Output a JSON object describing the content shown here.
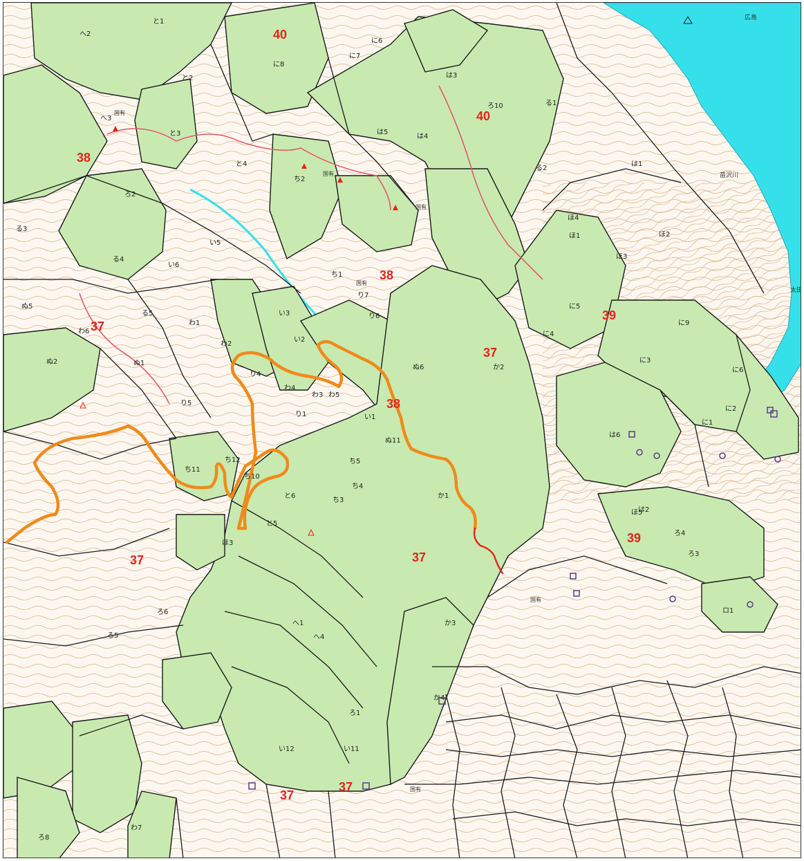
{
  "map": {
    "compartments": [
      "40",
      "40",
      "38",
      "38",
      "38",
      "37",
      "37",
      "37",
      "37",
      "37",
      "37",
      "38",
      "39",
      "39"
    ],
    "lots": [
      "へ2",
      "へ3",
      "と1",
      "と2",
      "と3",
      "と4",
      "ち2",
      "ち1",
      "に8",
      "に7",
      "に6",
      "ほ1",
      "ほ2",
      "ほ3",
      "ほ4",
      "ほ5",
      "は1",
      "は2",
      "は3",
      "は4",
      "は5",
      "る1",
      "る2",
      "る3",
      "る4",
      "る5",
      "ろ1",
      "ろ2",
      "ろ3",
      "ろ4",
      "ろ5",
      "ろ10",
      "い1",
      "い2",
      "い3",
      "い5",
      "い6",
      "い11",
      "い12",
      "わ1",
      "わ2",
      "わ3",
      "わ4",
      "わ5",
      "わ6",
      "わ7",
      "ぬ1",
      "ぬ2",
      "ぬ5",
      "ぬ6",
      "ぬ11",
      "り1",
      "り4",
      "り5",
      "り6",
      "り7",
      "か1",
      "か2",
      "か3",
      "か4",
      "ち3",
      "ち4",
      "ち5",
      "ち10",
      "ち11",
      "ち12",
      "と5",
      "と6",
      "へ1",
      "へ4",
      "に1",
      "に2",
      "に3",
      "に4",
      "に5",
      "に6",
      "に9",
      "ろ6",
      "ろ8",
      "ほ3",
      "は6",
      "ロ1"
    ],
    "labels": [
      "国有",
      "国有",
      "国有",
      "国有",
      "国有",
      "国有"
    ],
    "places": [
      "広島",
      "苗沢川",
      "太田"
    ],
    "colors": {
      "forest": "#c8eab0",
      "private": "#fdf7f0",
      "water": "#36e0ea",
      "route_orange": "#f08a1a",
      "route_red": "#e8221b",
      "contour": "#c79a64",
      "boundary": "#1a1a1a",
      "compartment_number": "#e8221b"
    }
  }
}
